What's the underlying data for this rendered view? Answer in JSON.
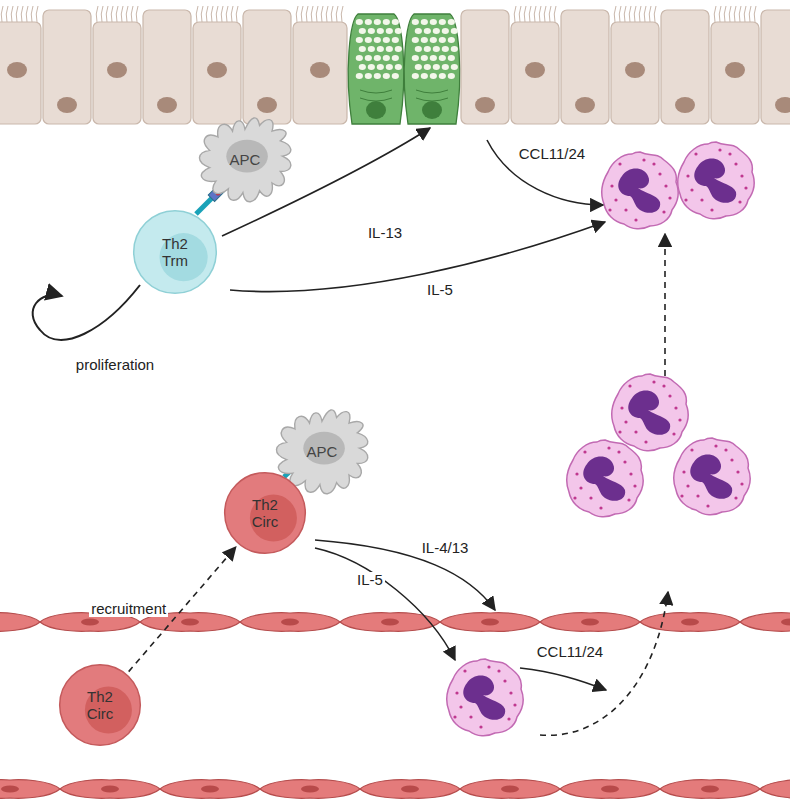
{
  "diagram": {
    "nodes": [
      {
        "text": [
          "APC"
        ]
      },
      {
        "text": [
          "Th2 Trm"
        ]
      },
      {
        "text": [
          "APC"
        ]
      },
      {
        "text": [
          "Th2 Circ"
        ]
      },
      {
        "text": [
          "Th2 Circ"
        ]
      }
    ],
    "edges": [
      {
        "from": 4,
        "to": 3,
        "arrow": "to",
        "label": "recruitment"
      }
    ],
    "labels": [
      "proliferation",
      "IL-13",
      "IL-5",
      "CCL11/24",
      "IL-4/13",
      "IL-5",
      "CCL11/24"
    ]
  }
}
